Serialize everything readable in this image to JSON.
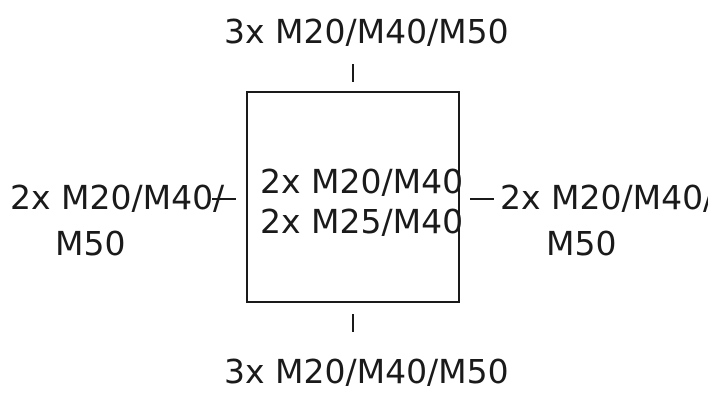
{
  "top": "3x M20/M40/M50",
  "bottom": "3x M20/M40/M50",
  "left": [
    "2x M20/M40/",
    "M50"
  ],
  "right": [
    "2x M20/M40/",
    "M50"
  ],
  "center": [
    "2x M20/M40",
    "2x M25/M40"
  ]
}
